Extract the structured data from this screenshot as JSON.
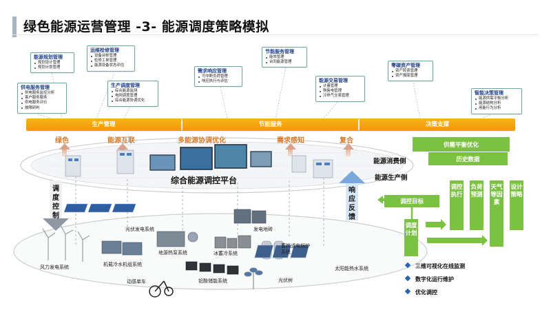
{
  "page": {
    "title": "绿色能源运营管理 -3- 能源调度策略模拟"
  },
  "modules": {
    "energy_planning": {
      "title": "能源规划管理",
      "items": [
        "规划设计管理",
        "规划计划管理"
      ]
    },
    "ops_maintenance": {
      "title": "运维检修管理",
      "items": [
        "设备台帐管理",
        "检修工单管理",
        "能源设备状态评估"
      ]
    },
    "power_supply_service": {
      "title": "供电服务管理",
      "items": [
        "供电服务监控分析",
        "客户服务服务",
        "供电服务评价",
        "故障研判"
      ]
    },
    "production_dispatch": {
      "title": "生产调度管理",
      "items": [
        "综合能源监测",
        "电网调度管理",
        "综合能源协调优化"
      ]
    },
    "demand_response": {
      "title": "需求响应管理",
      "items": [
        "可中断负荷管理",
        "响应执行与评估"
      ]
    },
    "energy_saving_service": {
      "title": "节能服务管理",
      "items": [
        "能效管理",
        "合同能源管理"
      ]
    },
    "energy_trading": {
      "title": "能源交易管理",
      "items": [
        "计量管理",
        "购售电管理",
        "冷热气交易管理"
      ]
    },
    "zero_carbon_assets": {
      "title": "零碳资产管理",
      "items": [
        "资产转资管理",
        "资产报废管理"
      ]
    },
    "smart_decision": {
      "title": "智能决策管理",
      "items": [
        "能源供需平衡分析",
        "能源结构分析",
        "用能行为分析"
      ]
    }
  },
  "band": {
    "production": "生产管理",
    "energy_saving": "节能服务",
    "decision": "决策支撑"
  },
  "captions": {
    "green": "绿色",
    "interconnection": "能源互联",
    "coordination": "多能源协调优化",
    "demand_sensing": "需求感知",
    "reuse": "复合"
  },
  "platform": {
    "label": "综合能源调控平台",
    "dispatch_control": "调度控制",
    "response_feedback": "响应反馈"
  },
  "equipment": {
    "pv_power": "光伏发电系统",
    "geothermal": "地源热泵系统",
    "wind_power": "风力发电系统",
    "chiller": "机载冷水机组系统",
    "ice_storage": "冰蓄冷系统",
    "power_ground": "发电地砖",
    "thermal_boiler": "蓄热式电锅炉系统",
    "bike": "动感单车",
    "lead_acid": "铅酸储能系统",
    "pv_tree": "光伏树",
    "solar_water": "太阳能热水系统"
  },
  "right_panel": {
    "supply_demand_balance": "供需平衡优化",
    "consumption_side": "能源消费侧",
    "history_data": "历史数据",
    "production_side": "能源生产侧",
    "dispatch_target": "调控目标",
    "dispatch_exec": "调控执行",
    "load_forecast": "负荷预测",
    "weather_factors": "天气等因素",
    "design_strategy": "设计策略",
    "dispatch_plan": "调度计划"
  },
  "bullets": [
    "三维可视化在线监测",
    "数字化运行维护",
    "优化调控"
  ],
  "colors": {
    "band": "#f39800",
    "green": "#7cc242",
    "module_title": "#1f3f8a",
    "caption": "#d97a2b",
    "bullet": "#2a63b8"
  }
}
